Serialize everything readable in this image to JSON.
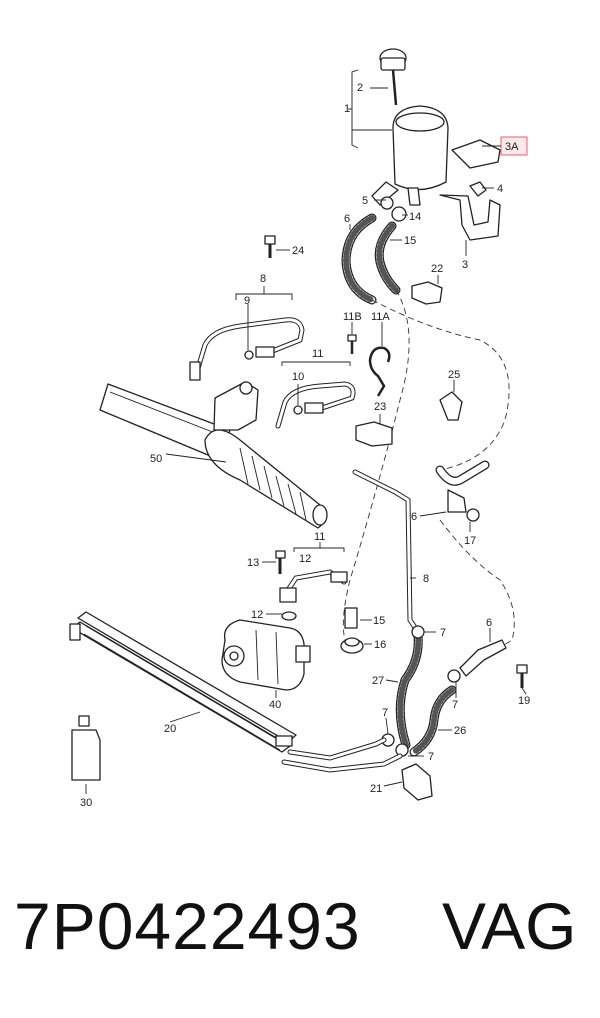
{
  "callouts": {
    "c1": "1",
    "c2": "2",
    "c3a": "3A",
    "c4": "4",
    "c5": "5",
    "c14": "14",
    "c6a": "6",
    "c15a": "15",
    "c3": "3",
    "c24": "24",
    "c22": "22",
    "c8a": "8",
    "c9": "9",
    "c11b": "11B",
    "c11a": "11A",
    "c11a2": "11",
    "c10": "10",
    "c25": "25",
    "c23": "23",
    "c50": "50",
    "c6b": "6",
    "c17": "17",
    "c13": "13",
    "c11c": "11",
    "c12a": "12",
    "c8b": "8",
    "c12b": "12",
    "c15b": "15",
    "c7a": "7",
    "c16": "16",
    "c6c": "6",
    "c27": "27",
    "c40": "40",
    "c19": "19",
    "c20": "20",
    "c7b": "7",
    "c7c": "7",
    "c26": "26",
    "c7d": "7",
    "c30": "30",
    "c21": "21"
  },
  "footer": {
    "part_number": "7P0422493",
    "brand": "VAG"
  },
  "colors": {
    "highlight_fill": "#fde8ea",
    "highlight_stroke": "#e06070",
    "line": "#222222"
  }
}
